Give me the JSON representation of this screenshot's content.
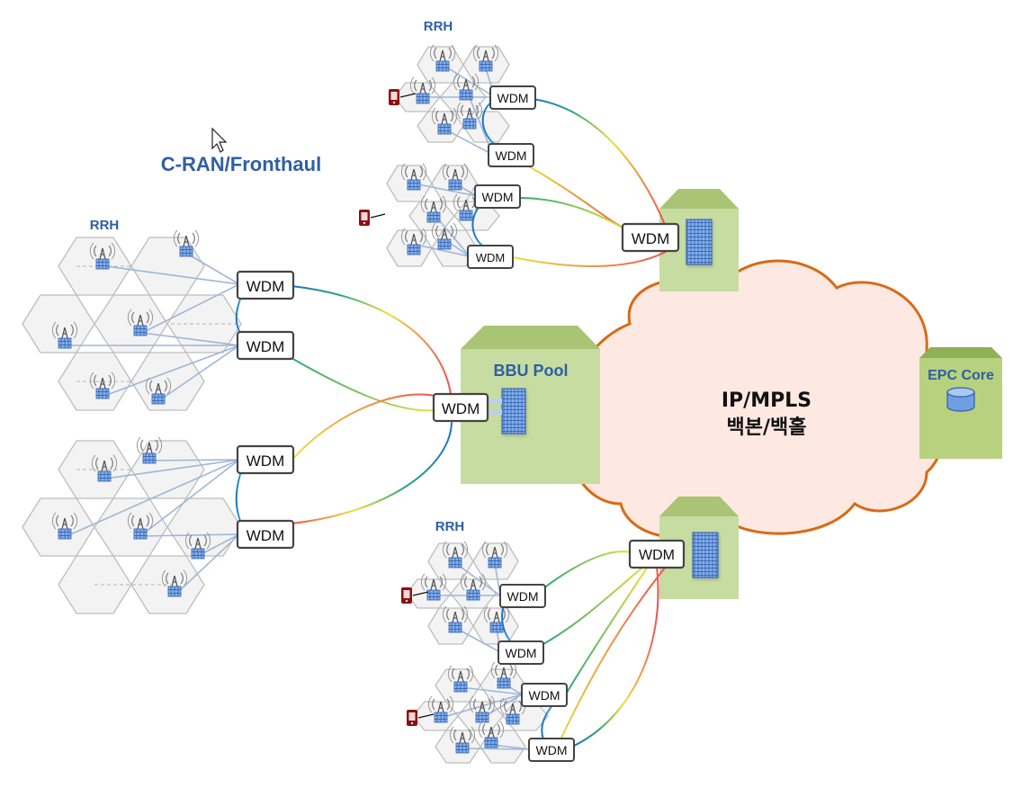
{
  "title": "C-RAN/Fronthaul",
  "rrh_label": "RRH",
  "wdm_label": "WDM",
  "bbu_pool": {
    "label": "BBU Pool"
  },
  "backbone": {
    "line1": "IP/MPLS",
    "line2": "백본/백홀"
  },
  "epc": {
    "label": "EPC Core"
  },
  "colors": {
    "title_blue": "#2e5fa6",
    "building_green": "#c6dca0",
    "building_roof": "#a9c474",
    "cloud_fill": "#fde9e2",
    "cloud_stroke": "#d86a17",
    "device_red": "#8b1111",
    "radio_blue": "#6f9ee3"
  },
  "icons": [
    "cursor-arrow-icon",
    "antenna-radio-icon",
    "server-rack-icon",
    "database-icon",
    "mobile-phone-icon"
  ]
}
